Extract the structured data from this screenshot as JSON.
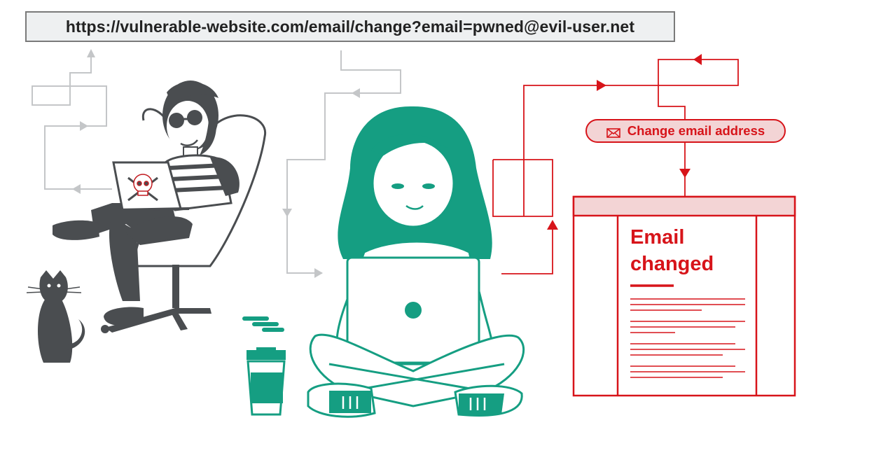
{
  "url_bar": {
    "text": "https://vulnerable-website.com/email/change?email=pwned@evil-user.net"
  },
  "request_label": {
    "icon": "envelope-icon",
    "text": "Change email address"
  },
  "result_page": {
    "title_line1": "Email",
    "title_line2": "changed"
  },
  "colors": {
    "attacker": "#4a4d50",
    "victim": "#159e82",
    "flow_gray": "#c4c6c8",
    "request_red": "#d7141a",
    "pill_fill": "#f3d4d5",
    "url_bg": "#eef0f1"
  }
}
